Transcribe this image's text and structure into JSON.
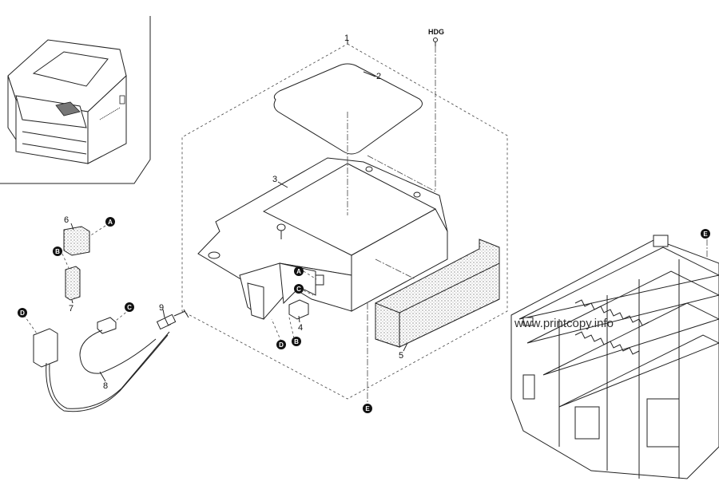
{
  "callouts": {
    "c1": "1",
    "c2": "2",
    "c3": "3",
    "c4": "4",
    "c5": "5",
    "c6": "6",
    "c7": "7",
    "c8": "8",
    "c9": "9",
    "hdg": "HDG"
  },
  "markers": {
    "a1": "A",
    "a2": "A",
    "b1": "B",
    "b2": "B",
    "c1": "C",
    "c2": "C",
    "d1": "D",
    "d2": "D",
    "e1": "E",
    "e2": "E"
  },
  "watermark": "www.printcopy.info",
  "colors": {
    "line": "#222222",
    "badge": "#111111",
    "background": "#ffffff"
  }
}
